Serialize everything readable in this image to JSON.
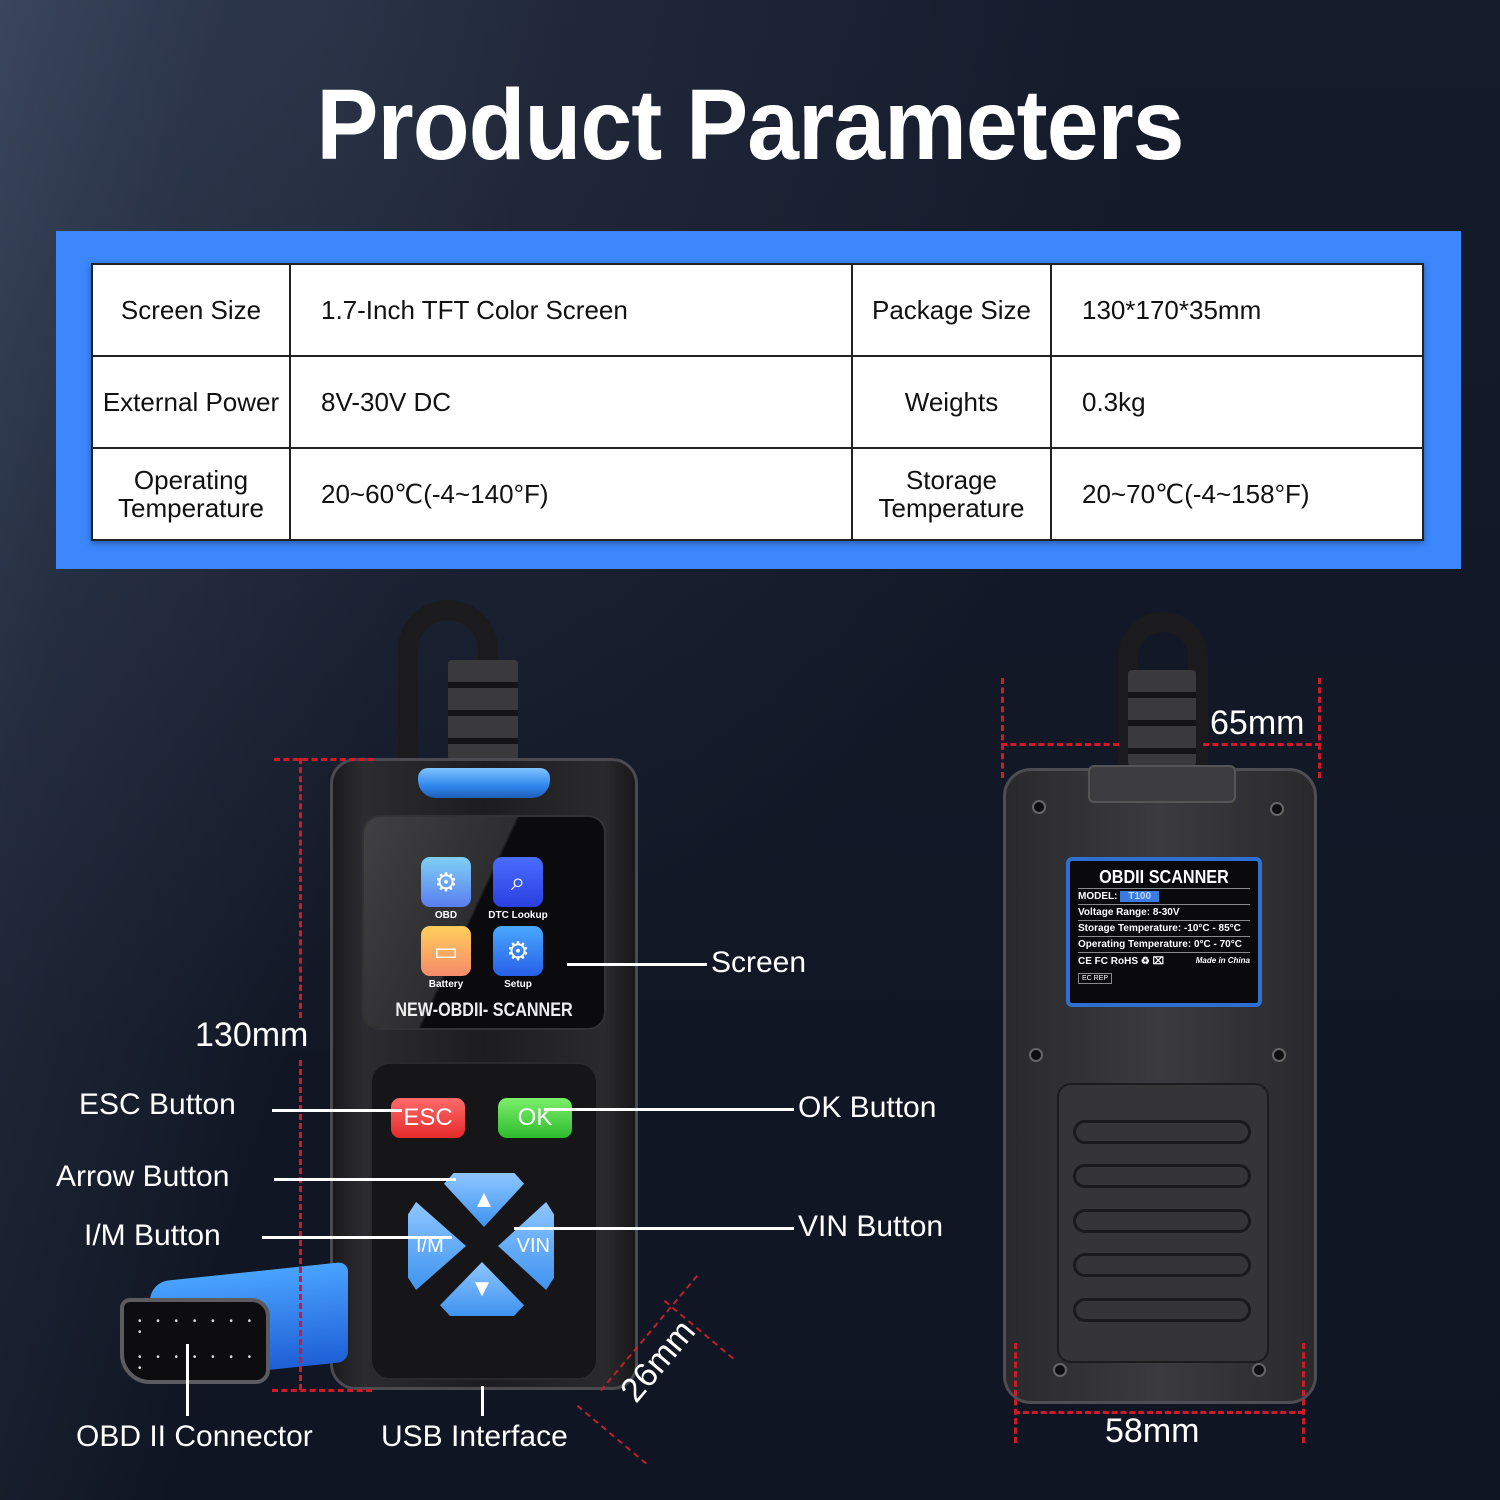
{
  "title": "Product Parameters",
  "colors": {
    "background": "#111725",
    "panel_blue": "#3b87fb",
    "table_bg": "#ffffff",
    "dimension_red": "#d01a2a",
    "esc_red": "#e52a2a",
    "ok_green": "#2dbb2d",
    "dpad_blue": "#3e93f0"
  },
  "spec_table": {
    "rows": [
      {
        "label1": "Screen Size",
        "value1": "1.7-Inch TFT Color Screen",
        "label2": "Package Size",
        "value2": "130*170*35mm"
      },
      {
        "label1": "External Power",
        "value1": "8V-30V DC",
        "label2": "Weights",
        "value2": "0.3kg"
      },
      {
        "label1": "Operating Temperature",
        "value1": "20~60℃(-4~140°F)",
        "label2": "Storage Temperature",
        "value2": "20~70℃(-4~158°F)"
      }
    ]
  },
  "front_device": {
    "screen": {
      "apps": [
        {
          "label": "OBD",
          "icon": "engine-icon",
          "glyph": "⚙",
          "color": "#5aa0f0"
        },
        {
          "label": "DTC Lookup",
          "icon": "car-search-icon",
          "glyph": "🔍",
          "color": "#2f5cf2"
        },
        {
          "label": "Battery",
          "icon": "battery-icon",
          "glyph": "−+",
          "color": "#f7a24a"
        },
        {
          "label": "Setup",
          "icon": "gear-icon",
          "glyph": "⚙",
          "color": "#2f7cf0"
        }
      ],
      "brand": "NEW-OBDII- SCANNER"
    },
    "buttons": {
      "esc": "ESC",
      "ok": "OK",
      "up_glyph": "▲",
      "down_glyph": "▼",
      "im": "I/M",
      "vin": "VIN"
    },
    "connector_pins_top": "• • • • • • • •",
    "connector_pins_bottom": "• • • • • • • •"
  },
  "callouts": {
    "screen": "Screen",
    "esc": "ESC Button",
    "ok": "OK Button",
    "arrow": "Arrow Button",
    "im": "I/M Button",
    "vin": "VIN Button",
    "obd_connector": "OBD II Connector",
    "usb": "USB Interface"
  },
  "dimensions": {
    "height": "130mm",
    "depth": "26mm",
    "top_width": "65mm",
    "bottom_width": "58mm"
  },
  "back_label": {
    "title": "OBDII SCANNER",
    "model_label": "MODEL:",
    "model_value": "T100",
    "voltage": "Voltage Range: 8-30V",
    "storage": "Storage Temperature: -10°C - 85°C",
    "operating": "Operating Temperature: 0°C - 70°C",
    "marks": "CE FC RoHS ♻ ⌧",
    "origin": "Made in China",
    "ec_rep": "EC  REP"
  }
}
